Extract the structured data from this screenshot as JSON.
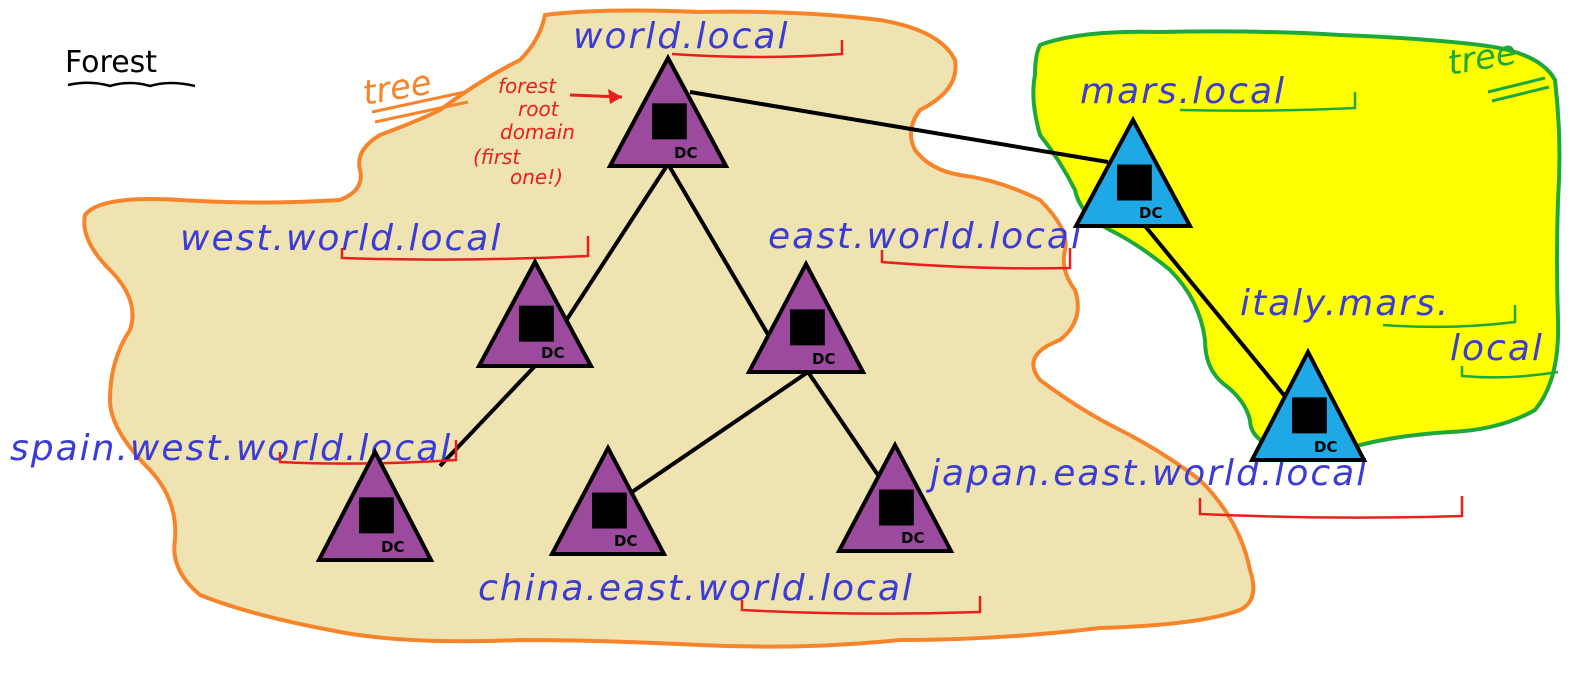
{
  "title": "Forest",
  "colors": {
    "forest_fill": "#efe3b2",
    "forest_border": "#f7842a",
    "mars_fill": "#ffff00",
    "mars_border": "#1fa83a",
    "dc_purple": "#9b4a9e",
    "dc_blue": "#1fa8e6",
    "label_blue": "#3b3bd6",
    "underline_red": "#e8201c",
    "underline_green": "#1fa83a",
    "tree_orange": "#f7842a",
    "tree_green": "#1fa83a"
  },
  "labels": {
    "tree_world": "tree",
    "tree_mars": "tree",
    "forest_root_note": [
      "forest",
      "root",
      "domain",
      "(first",
      "one!)"
    ]
  },
  "nodes": [
    {
      "id": "world",
      "label": "world.local",
      "dc": "DC",
      "tree": "world"
    },
    {
      "id": "west",
      "label": "west.world.local",
      "dc": "DC",
      "tree": "world"
    },
    {
      "id": "east",
      "label": "east.world.local",
      "dc": "DC",
      "tree": "world"
    },
    {
      "id": "spain",
      "label": "spain.west.world.local",
      "dc": "DC",
      "tree": "world"
    },
    {
      "id": "china",
      "label": "china.east.world.local",
      "dc": "DC",
      "tree": "world"
    },
    {
      "id": "japan",
      "label": "japan.east.world.local",
      "dc": "DC",
      "tree": "world"
    },
    {
      "id": "mars",
      "label": "mars.local",
      "dc": "DC",
      "tree": "mars"
    },
    {
      "id": "italy",
      "label_line1": "italy.mars.",
      "label_line2": "local",
      "dc": "DC",
      "tree": "mars"
    }
  ],
  "edges": [
    [
      "world",
      "west"
    ],
    [
      "world",
      "east"
    ],
    [
      "west",
      "spain"
    ],
    [
      "east",
      "china"
    ],
    [
      "east",
      "japan"
    ],
    [
      "world",
      "mars"
    ],
    [
      "mars",
      "italy"
    ]
  ]
}
